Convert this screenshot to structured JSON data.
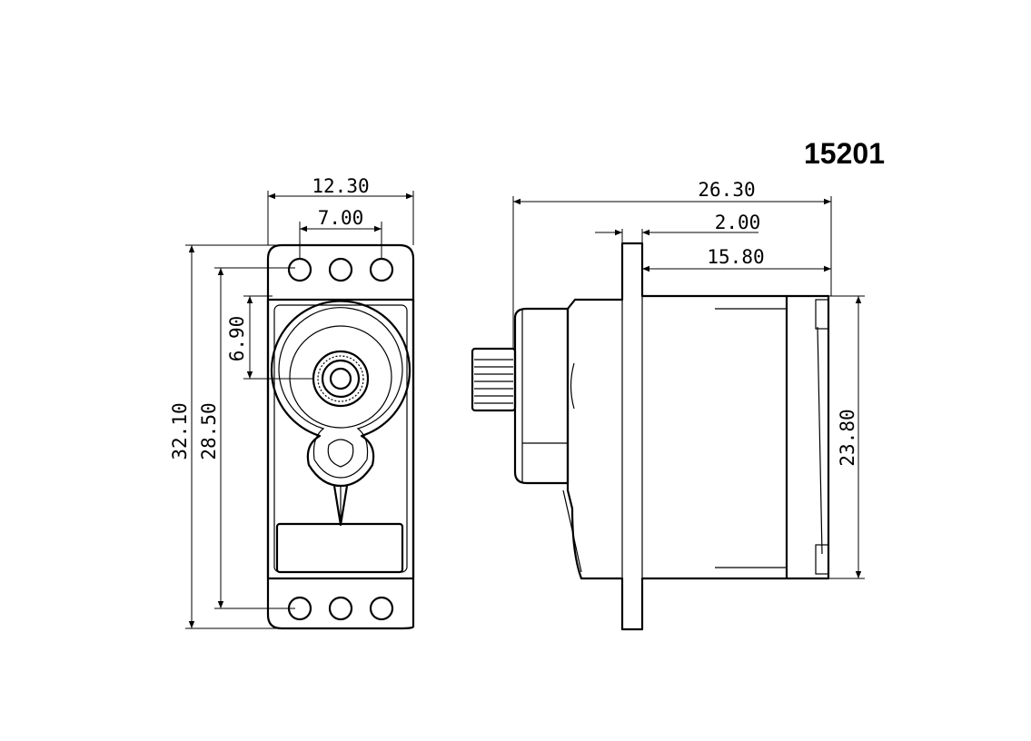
{
  "drawing": {
    "model_number": "15201",
    "dimensions": {
      "front_width": "12.30",
      "hole_spacing": "7.00",
      "overall_height": "32.10",
      "mount_hole_pitch": "28.50",
      "output_shaft_offset": "6.90",
      "overall_depth": "26.30",
      "flange_thickness": "2.00",
      "body_depth": "15.80",
      "body_height": "23.80"
    }
  }
}
